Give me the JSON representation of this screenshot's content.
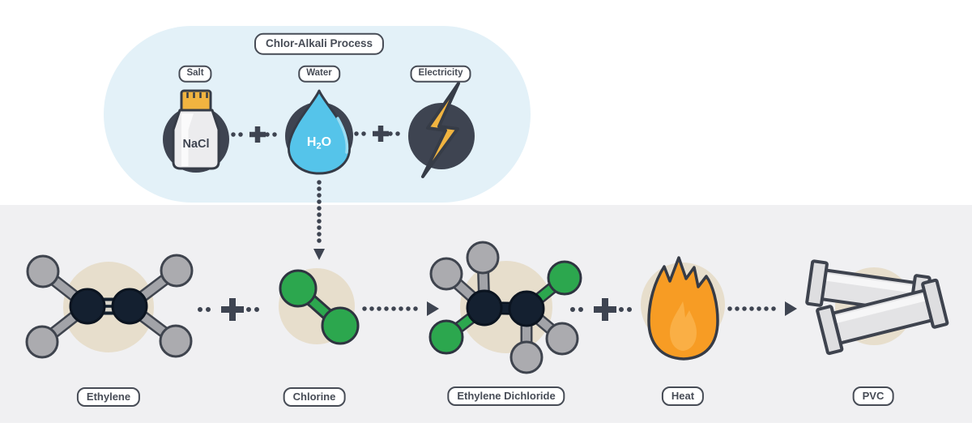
{
  "diagram": {
    "title": "Chlor-Alkali Process",
    "inputs": [
      {
        "label": "Salt",
        "formula": "NaCl"
      },
      {
        "label": "Water",
        "formula": {
          "h": "H",
          "sub": "2",
          "o": "O"
        }
      },
      {
        "label": "Electricity"
      }
    ],
    "stages": [
      {
        "label": "Ethylene"
      },
      {
        "label": "Chlorine"
      },
      {
        "label": "Ethylene Dichloride"
      },
      {
        "label": "Heat"
      },
      {
        "label": "PVC"
      }
    ]
  },
  "colors": {
    "pill_background": "#E3F1F8",
    "band_background": "#F0F0F2",
    "dark_slate": "#3E4451",
    "yellow": "#F1B440",
    "water_blue": "#55C4EA",
    "green": "#2CA74E",
    "atom_gray": "#ABABAF",
    "carbon_dark": "#142030",
    "tan_backdrop": "#E7DECC",
    "flame_orange": "#F79C24",
    "flame_inner_orange": "#FAAF45",
    "pipe_gray": "#E3E3E5",
    "label_ink": "#474C56"
  }
}
